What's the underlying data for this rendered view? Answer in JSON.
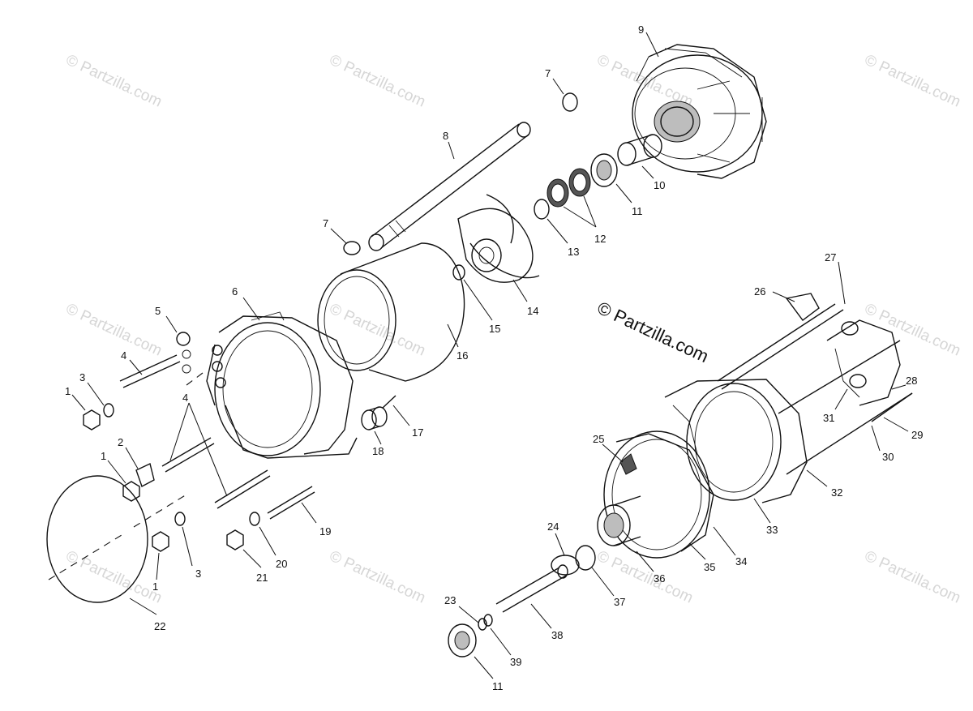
{
  "watermark": "© Partzilla.com",
  "copyright": "© Partzilla.com",
  "callouts": [
    {
      "id": "c9",
      "text": "9"
    },
    {
      "id": "c7a",
      "text": "7"
    },
    {
      "id": "c8",
      "text": "8"
    },
    {
      "id": "c7b",
      "text": "7"
    },
    {
      "id": "c10",
      "text": "10"
    },
    {
      "id": "c11a",
      "text": "11"
    },
    {
      "id": "c12",
      "text": "12"
    },
    {
      "id": "c13",
      "text": "13"
    },
    {
      "id": "c14",
      "text": "14"
    },
    {
      "id": "c15",
      "text": "15"
    },
    {
      "id": "c16",
      "text": "16"
    },
    {
      "id": "c6",
      "text": "6"
    },
    {
      "id": "c5",
      "text": "5"
    },
    {
      "id": "c4a",
      "text": "4"
    },
    {
      "id": "c3a",
      "text": "3"
    },
    {
      "id": "c1a",
      "text": "1"
    },
    {
      "id": "c4b",
      "text": "4"
    },
    {
      "id": "c2",
      "text": "2"
    },
    {
      "id": "c1b",
      "text": "1"
    },
    {
      "id": "c17",
      "text": "17"
    },
    {
      "id": "c18",
      "text": "18"
    },
    {
      "id": "c19",
      "text": "19"
    },
    {
      "id": "c20",
      "text": "20"
    },
    {
      "id": "c21",
      "text": "21"
    },
    {
      "id": "c3b",
      "text": "3"
    },
    {
      "id": "c1c",
      "text": "1"
    },
    {
      "id": "c22",
      "text": "22"
    },
    {
      "id": "c27",
      "text": "27"
    },
    {
      "id": "c26",
      "text": "26"
    },
    {
      "id": "c28",
      "text": "28"
    },
    {
      "id": "c29",
      "text": "29"
    },
    {
      "id": "c30",
      "text": "30"
    },
    {
      "id": "c31",
      "text": "31"
    },
    {
      "id": "c32",
      "text": "32"
    },
    {
      "id": "c33",
      "text": "33"
    },
    {
      "id": "c34",
      "text": "34"
    },
    {
      "id": "c35",
      "text": "35"
    },
    {
      "id": "c25",
      "text": "25"
    },
    {
      "id": "c24",
      "text": "24"
    },
    {
      "id": "c36",
      "text": "36"
    },
    {
      "id": "c37",
      "text": "37"
    },
    {
      "id": "c23",
      "text": "23"
    },
    {
      "id": "c38",
      "text": "38"
    },
    {
      "id": "c39",
      "text": "39"
    },
    {
      "id": "c11b",
      "text": "11"
    }
  ]
}
